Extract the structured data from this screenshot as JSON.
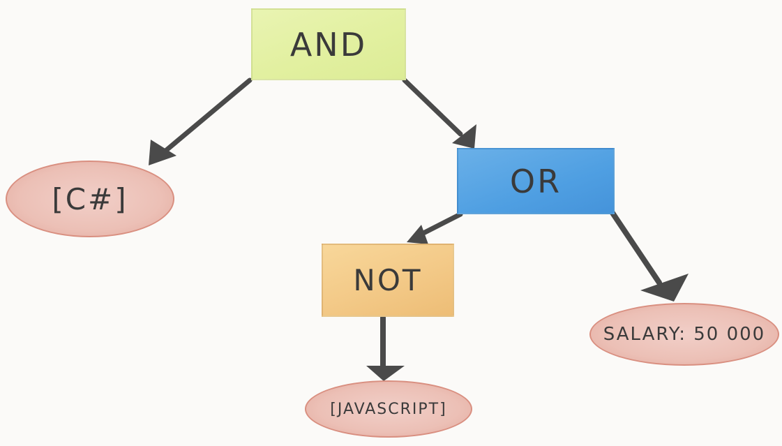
{
  "nodes": {
    "and": "AND",
    "or": "OR",
    "not": "NOT"
  },
  "leaves": {
    "csharp": "[C#]",
    "salary": "SALARY: 50 000",
    "javascript": "[JAVASCRIPT]"
  },
  "colors": {
    "and_fill": "#e2f0a0",
    "or_fill": "#4f9fe2",
    "not_fill": "#f3c987",
    "leaf_fill": "#ecc0b6",
    "arrow": "#4a4a4a"
  }
}
